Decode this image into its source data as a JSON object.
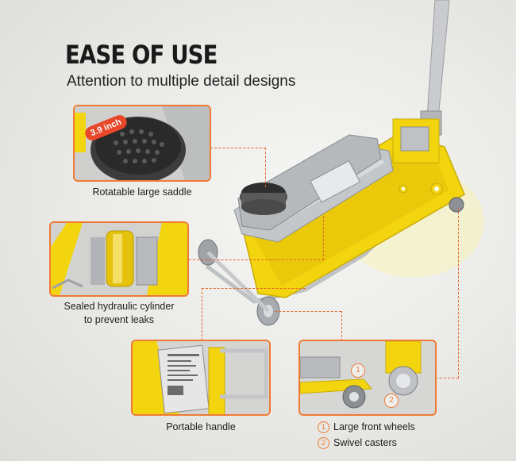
{
  "header": {
    "title": "EASE OF USE",
    "subtitle": "Attention to multiple detail designs"
  },
  "features": [
    {
      "caption": "Rotatable large saddle",
      "badge": "3.9 inch"
    },
    {
      "caption_line1": "Sealed hydraulic cylinder",
      "caption_line2": "to prevent leaks"
    },
    {
      "caption": "Portable handle"
    },
    {
      "items": [
        {
          "num": "1",
          "label": "Large front wheels"
        },
        {
          "num": "2",
          "label": "Swivel casters"
        }
      ]
    }
  ],
  "colors": {
    "accent": "#f07a34",
    "jack_yellow": "#f2d40f",
    "steel": "#b9bcc0"
  }
}
